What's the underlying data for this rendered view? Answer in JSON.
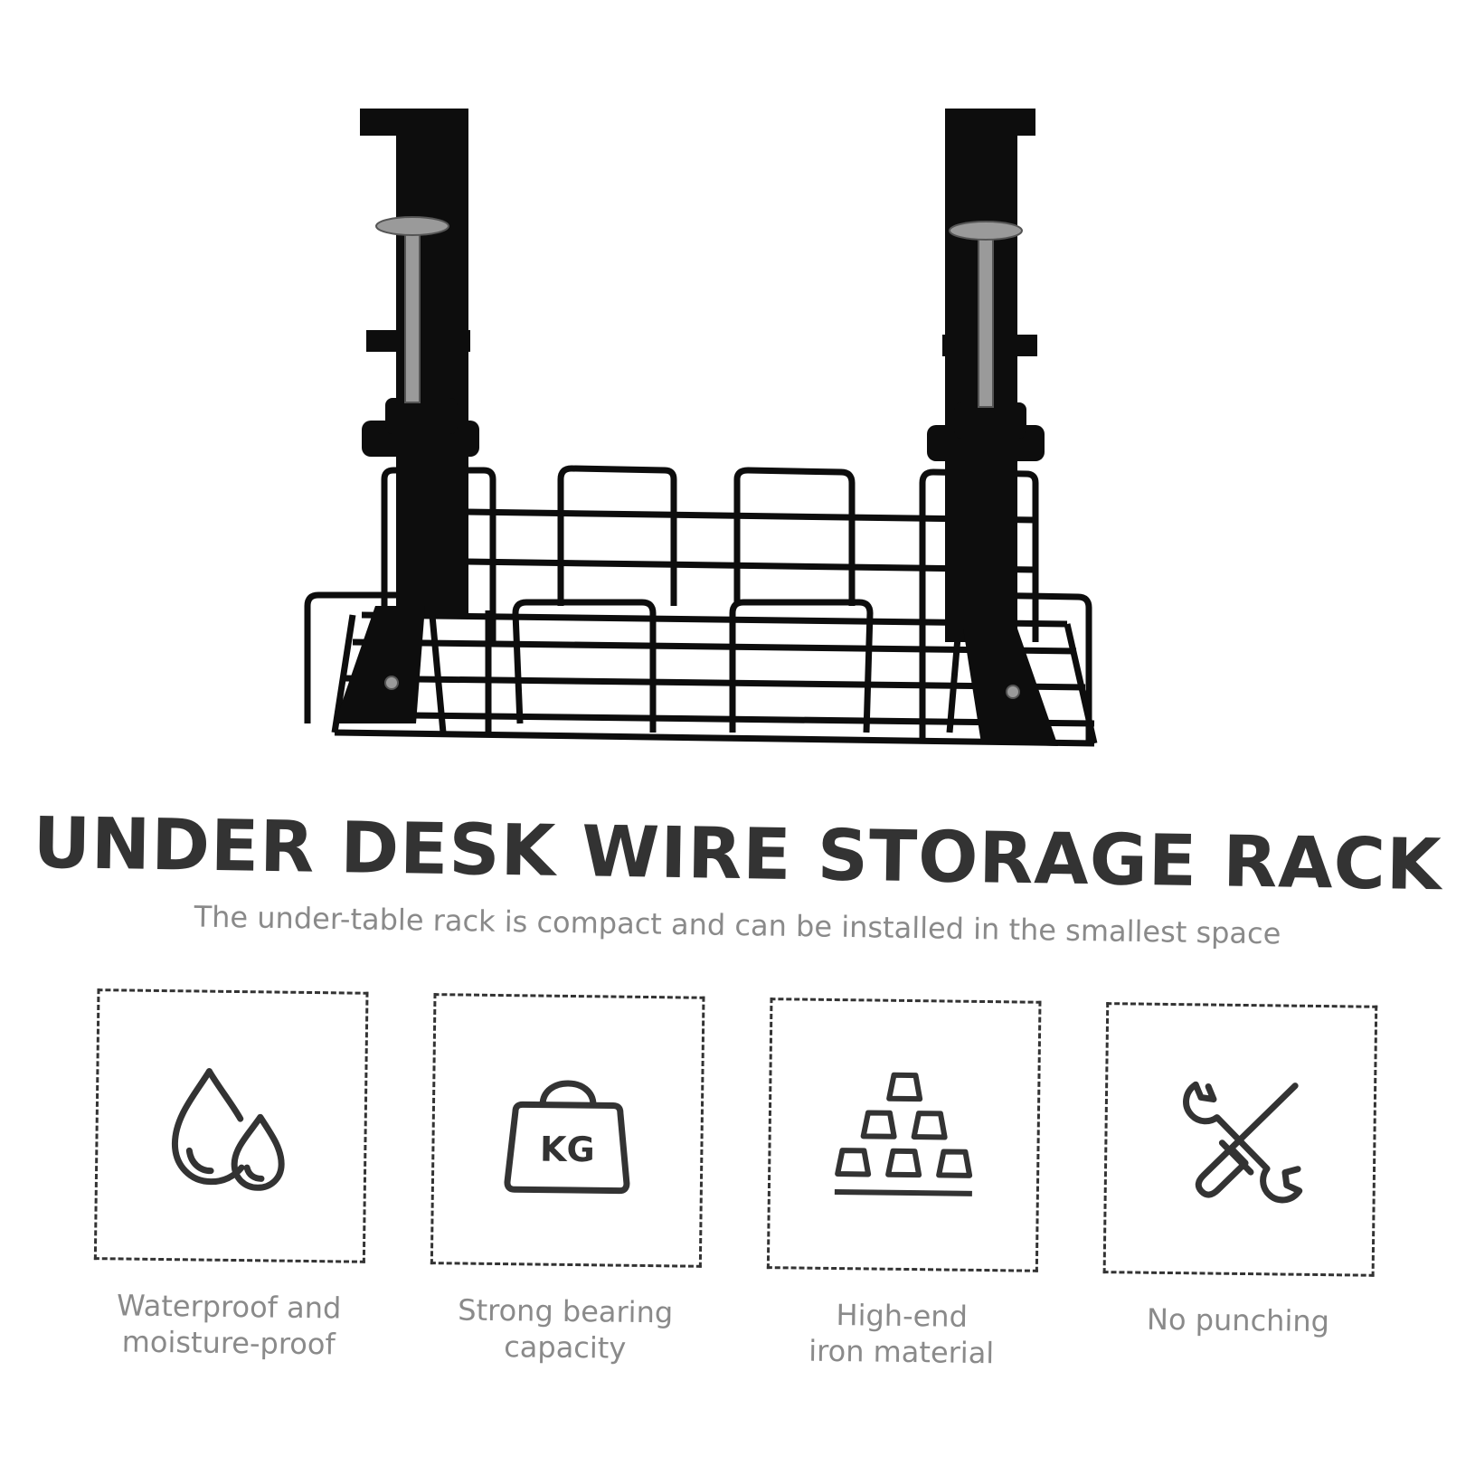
{
  "title": "UNDER DESK WIRE STORAGE RACK",
  "subtitle": "The under-table rack is compact and can be installed in the smallest space",
  "product": {
    "image_icon": "wire-rack-illustration"
  },
  "features": [
    {
      "icon": "water-drops-icon",
      "label": "Waterproof and\nmoisture-proof"
    },
    {
      "icon": "kg-weight-icon",
      "label": "Strong bearing\ncapacity",
      "icon_text": "KG"
    },
    {
      "icon": "iron-bars-icon",
      "label": "High-end\niron material"
    },
    {
      "icon": "wrench-screwdriver-icon",
      "label": "No punching"
    }
  ],
  "colors": {
    "text_dark": "#333333",
    "text_gray": "#8a8a8a",
    "rack": "#0d0d0d"
  }
}
